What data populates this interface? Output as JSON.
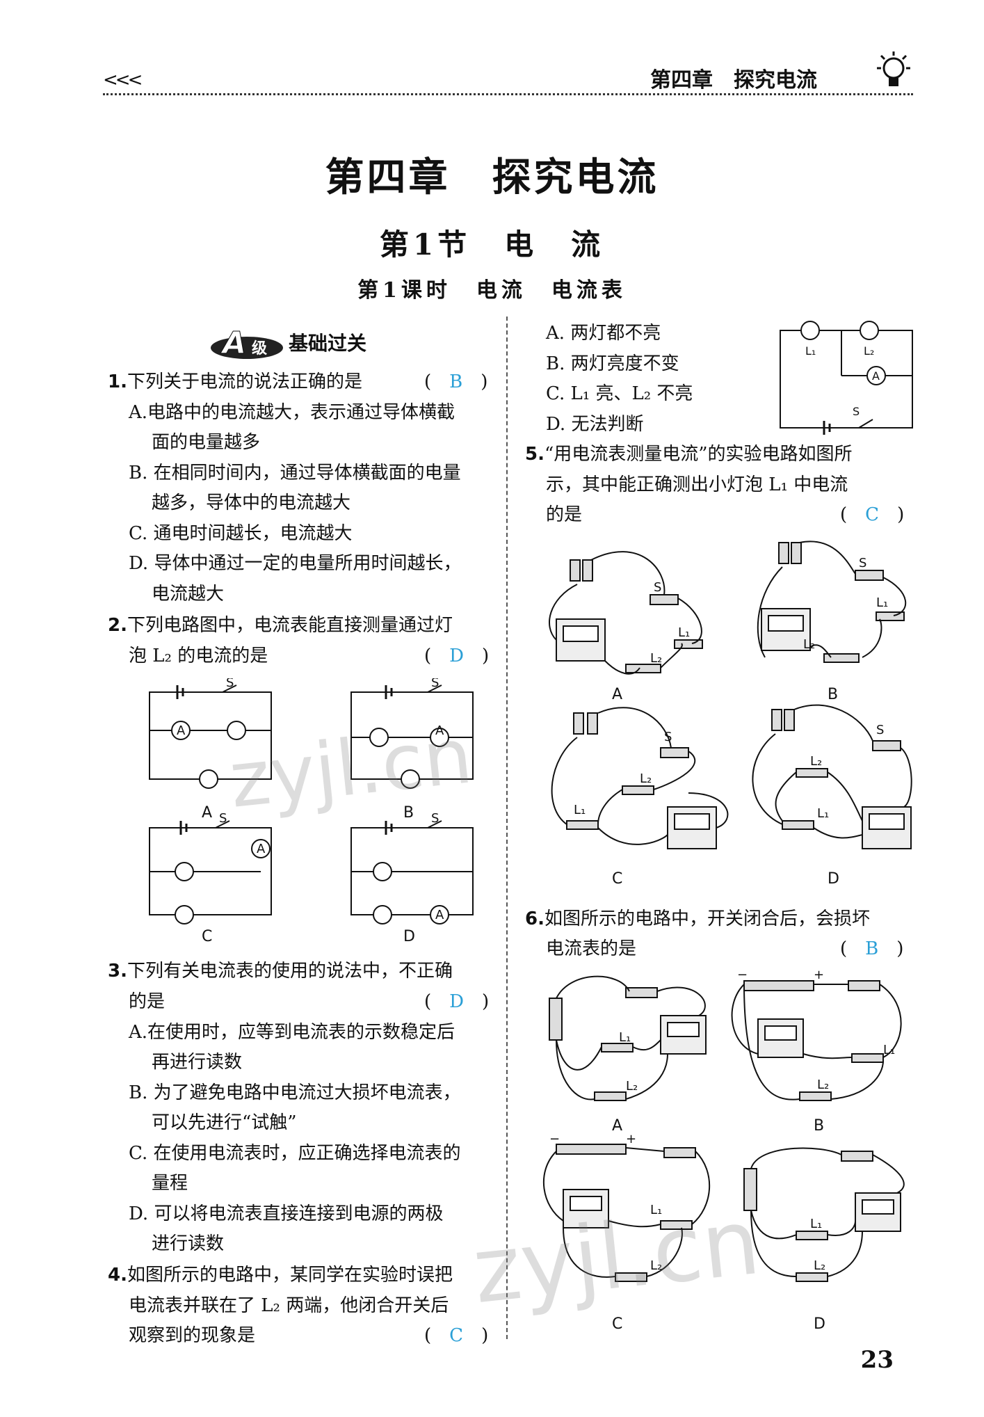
{
  "header": {
    "left_mark": "<<<",
    "right_title": "第四章　探究电流"
  },
  "chapter_title": "第四章　探究电流",
  "section_title": "第1节　电　流",
  "lesson_title": "第1课时　电流　电流表",
  "level_badge": {
    "letter": "A",
    "level": "级",
    "name": "基础过关"
  },
  "questions": {
    "q1": {
      "num": "1.",
      "stem": "下列关于电流的说法正确的是",
      "answer": "B",
      "options": [
        "A.电路中的电流越大，表示通过导体横截",
        "面的电量越多",
        "B. 在相同时间内，通过导体横截面的电量",
        "越多，导体中的电流越大",
        "C. 通电时间越长，电流越大",
        "D. 导体中通过一定的电量所用时间越长，",
        "电流越大"
      ]
    },
    "q2": {
      "num": "2.",
      "stem1": "下列电路图中，电流表能直接测量通过灯",
      "stem2": "泡 L₂ 的电流的是",
      "answer": "D",
      "fig_labels": [
        "A",
        "B",
        "C",
        "D"
      ]
    },
    "q3": {
      "num": "3.",
      "stem1": "下列有关电流表的使用的说法中，不正确",
      "stem2": "的是",
      "answer": "D",
      "options": [
        "A.在使用时，应等到电流表的示数稳定后",
        "再进行读数",
        "B. 为了避免电路中电流过大损坏电流表，",
        "可以先进行“试触”",
        "C. 在使用电流表时，应正确选择电流表的",
        "量程",
        "D. 可以将电流表直接连接到电源的两极",
        "进行读数"
      ]
    },
    "q4": {
      "num": "4.",
      "stem1": "如图所示的电路中，某同学在实验时误把",
      "stem2": "电流表并联在了 L₂ 两端，他闭合开关后",
      "stem3": "观察到的现象是",
      "answer": "C",
      "options": [
        "A. 两灯都不亮",
        "B. 两灯亮度不变",
        "C. L₁ 亮、L₂ 不亮",
        "D. 无法判断"
      ]
    },
    "q5": {
      "num": "5.",
      "stem1": "“用电流表测量电流”的实验电路如图所",
      "stem2": "示，其中能正确测出小灯泡 L₁ 中电流",
      "stem3": "的是",
      "answer": "C",
      "fig_labels": [
        "A",
        "B",
        "C",
        "D"
      ]
    },
    "q6": {
      "num": "6.",
      "stem1": "如图所示的电路中，开关闭合后，会损坏",
      "stem2": "电流表的是",
      "answer": "B",
      "fig_labels": [
        "A",
        "B",
        "C",
        "D"
      ]
    }
  },
  "circuit_labels": {
    "S": "S",
    "L1": "L₁",
    "L2": "L₂",
    "A": "A",
    "plus": "+",
    "minus": "−"
  },
  "watermark": "zyjl.cn",
  "page_number": "23"
}
